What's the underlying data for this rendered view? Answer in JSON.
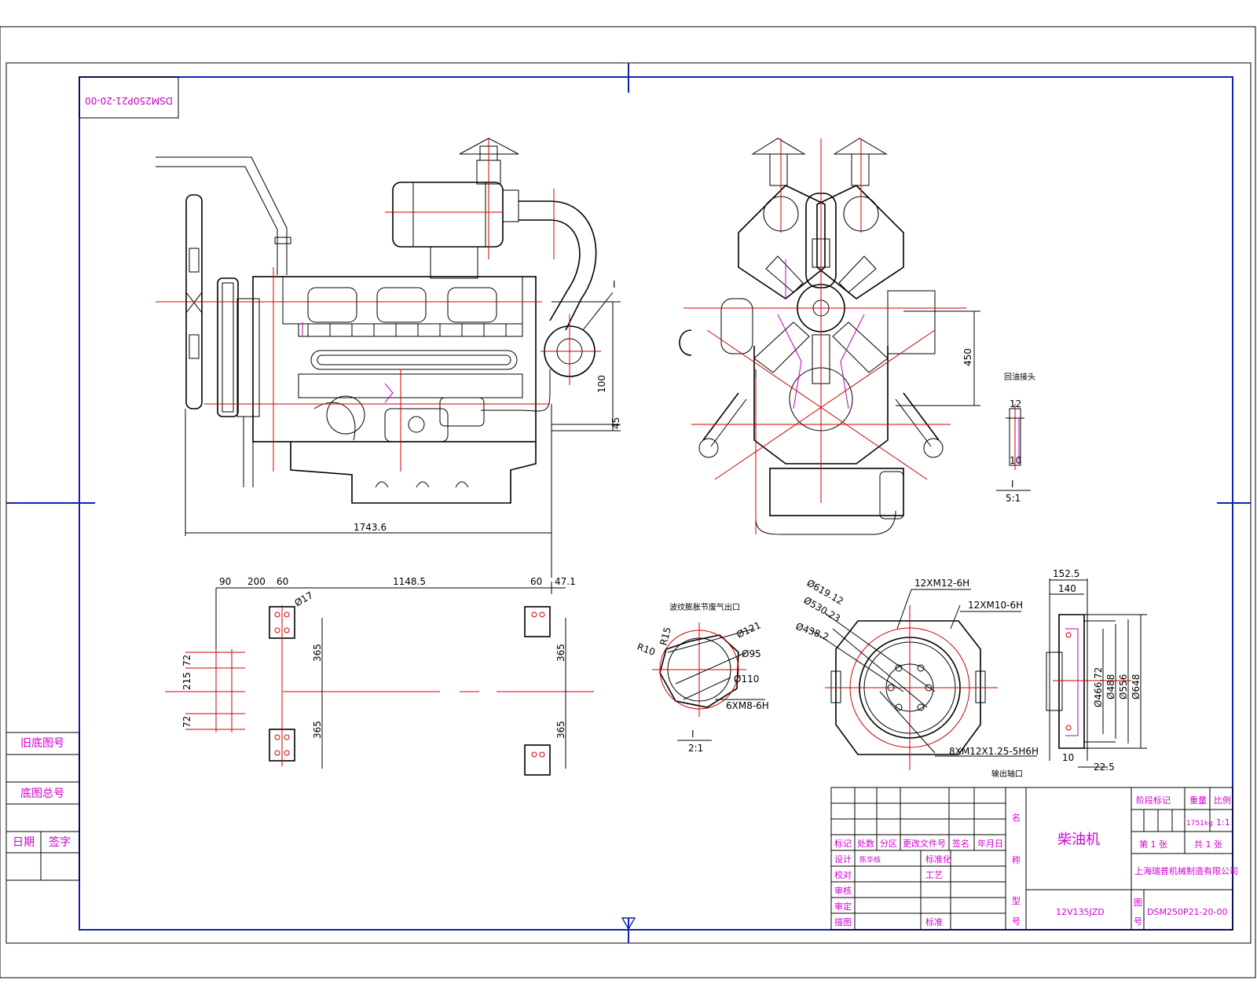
{
  "drawing_code": "DSM250P21-20-00",
  "product_name": "柴油机",
  "model": "12V135JZD",
  "company": "上海瑞普机械制造有限公司",
  "weight": "1751kg",
  "scale": "1:1",
  "sheet_no": "第 1 张",
  "sheet_total": "共 1 张",
  "title_block": {
    "stage_mark": "阶段标记",
    "weight_label": "重量",
    "scale_label": "比例",
    "name_label_1": "名",
    "name_label_2": "称",
    "model_label_1": "型",
    "model_label_2": "号",
    "code_label_1": "图",
    "code_label_2": "号",
    "rev_headers": [
      "标记",
      "处数",
      "分区",
      "更改文件号",
      "签名",
      "年月日"
    ],
    "roles": [
      "设计",
      "校对",
      "审核",
      "审定",
      "描图"
    ],
    "designer": "陈华核",
    "std": "标准化",
    "craft": "工艺",
    "std2": "标准"
  },
  "left_block": {
    "old_drawing_no": "旧底图号",
    "base_total_no": "底图总号",
    "date": "日期",
    "signature": "签字"
  },
  "labels": {
    "detail_I": "I",
    "detail_scale_5": "5:1",
    "detail_scale_2": "2:1",
    "oil_joint": "回油接头",
    "exhaust_outlet": "波纹膨胀节废气出口",
    "output_shaft": "输出轴口"
  },
  "dimensions": {
    "side_length": "1743.6",
    "d100": "100",
    "d45": "45",
    "d450": "450",
    "d12": "12",
    "d10": "10",
    "base_90": "90",
    "base_200": "200",
    "base_60a": "60",
    "base_1148": "1148.5",
    "base_60b": "60",
    "base_47": "47.1",
    "phi17": "Ø17",
    "v365a": "365",
    "v365b": "365",
    "v365c": "365",
    "v365d": "365",
    "v72a": "72",
    "v215": "215",
    "v72b": "72",
    "r15": "R15",
    "r10": "R10",
    "phi121": "Ø121",
    "phi95": "Ø95",
    "phi110": "Ø110",
    "m8": "6XM8-6H",
    "m12_6h": "12XM12-6H",
    "m10_6h": "12XM10-6H",
    "phi619": "Ø619.12",
    "phi530": "Ø530.23",
    "phi438": "Ø438.2",
    "m12_125": "8XM12X1.25-5H6H",
    "d152": "152.5",
    "d140": "140",
    "phi466": "Ø466.72",
    "phi488": "Ø488",
    "phi556": "Ø556",
    "phi648": "Ø648",
    "d10b": "10",
    "d22": "22.5"
  }
}
